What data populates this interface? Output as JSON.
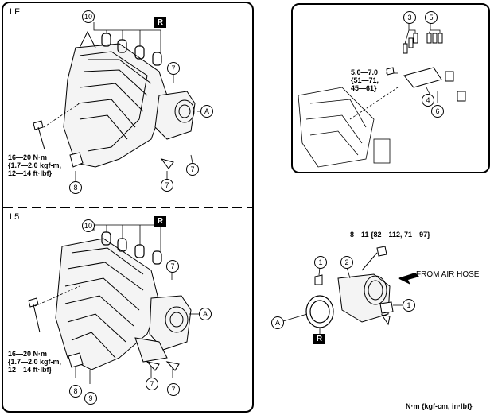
{
  "sections": {
    "lf": {
      "label": "LF",
      "torque": "16—20 N·m\n{1.7—2.0 kgf-m,\n12—14 ft·lbf}"
    },
    "l5": {
      "label": "L5",
      "torque": "16—20 N·m\n{1.7—2.0 kgf-m,\n12—14 ft·lbf}"
    },
    "inset": {
      "torque": "5.0—7.0\n{51—71,\n45—61}"
    },
    "throttle": {
      "torque": "8—11 {82—112, 71—97}",
      "air_hose": "FROM AIR HOSE"
    }
  },
  "callouts": {
    "c10": "10",
    "c7": "7",
    "c8": "8",
    "c9": "9",
    "cA": "A",
    "c1": "1",
    "c2": "2",
    "c3": "3",
    "c4": "4",
    "c5": "5",
    "c6": "6",
    "r": "R"
  },
  "units_note": "N·m {kgf-cm, in·lbf}"
}
